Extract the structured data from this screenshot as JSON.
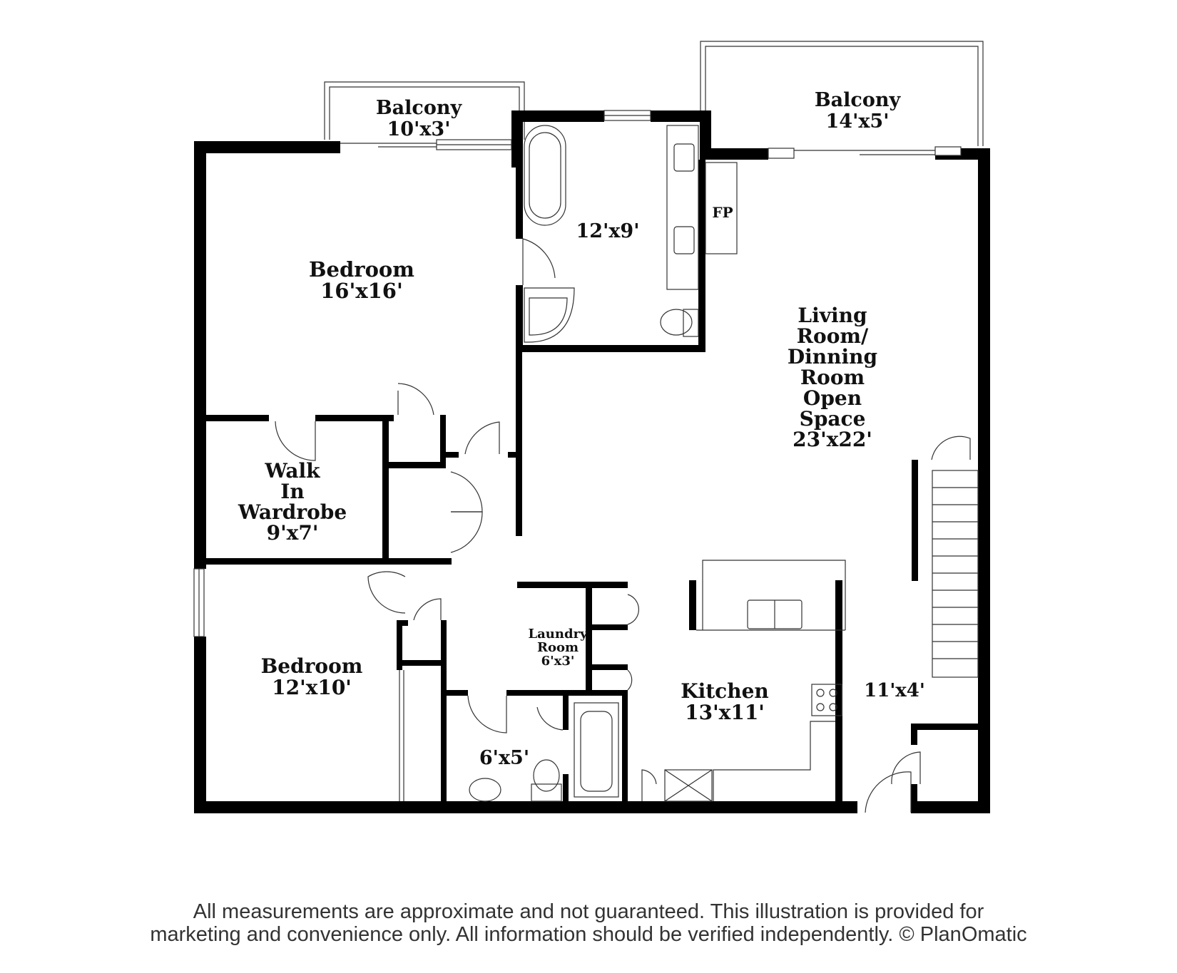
{
  "rooms": {
    "balcony_left": {
      "name": "Balcony",
      "size": "10'x3'"
    },
    "balcony_right": {
      "name": "Balcony",
      "size": "14'x5'"
    },
    "master_bath": {
      "size": "12'x9'"
    },
    "fireplace": {
      "label": "FP"
    },
    "bedroom_main": {
      "name": "Bedroom",
      "size": "16'x16'"
    },
    "living": {
      "line1": "Living",
      "line2": "Room/",
      "line3": "Dinning",
      "line4": "Room",
      "line5": "Open",
      "line6": "Space",
      "size": "23'x22'"
    },
    "wardrobe": {
      "line1": "Walk",
      "line2": "In",
      "line3": "Wardrobe",
      "size": "9'x7'"
    },
    "laundry": {
      "line1": "Laundry",
      "line2": "Room",
      "size": "6'x3'"
    },
    "bedroom_second": {
      "name": "Bedroom",
      "size": "12'x10'"
    },
    "kitchen": {
      "name": "Kitchen",
      "size": "13'x11'"
    },
    "entry": {
      "size": "11'x4'"
    },
    "bath_small": {
      "size": "6'x5'"
    }
  },
  "footer": {
    "line1": "All measurements are approximate and not guaranteed. This illustration is provided for",
    "line2": "marketing and convenience only. All information should be verified independently. © PlanOmatic"
  },
  "colors": {
    "wall": "#000000",
    "line": "#333333",
    "text": "#111111"
  }
}
